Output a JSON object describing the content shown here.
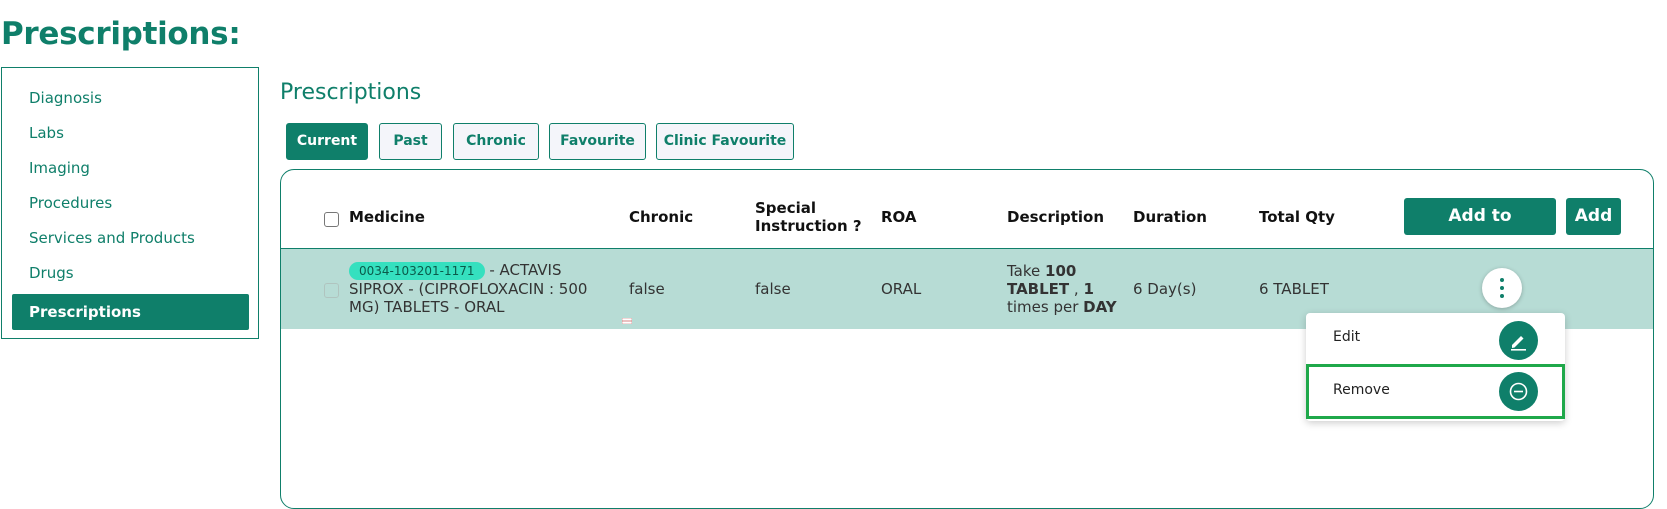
{
  "page_title": "Prescriptions:",
  "sidebar": {
    "items": [
      {
        "label": "Diagnosis",
        "active": false
      },
      {
        "label": "Labs",
        "active": false
      },
      {
        "label": "Imaging",
        "active": false
      },
      {
        "label": "Procedures",
        "active": false
      },
      {
        "label": "Services and Products",
        "active": false
      },
      {
        "label": "Drugs",
        "active": false
      },
      {
        "label": "Prescriptions",
        "active": true
      }
    ]
  },
  "section_title": "Prescriptions",
  "tabs": [
    {
      "label": "Current",
      "active": true
    },
    {
      "label": "Past",
      "active": false
    },
    {
      "label": "Chronic",
      "active": false
    },
    {
      "label": "Favourite",
      "active": false
    },
    {
      "label": "Clinic Favourite",
      "active": false
    }
  ],
  "table": {
    "headers": {
      "medicine": "Medicine",
      "chronic": "Chronic",
      "special_instruction": "Special Instruction ?",
      "roa": "ROA",
      "description": "Description",
      "duration": "Duration",
      "total_qty": "Total Qty"
    },
    "buttons": {
      "add_to_favourite": "Add to Favourite",
      "add": "Add"
    },
    "rows": [
      {
        "code": "0034-103201-1171",
        "medicine": "- ACTAVIS SIPROX - (CIPROFLOXACIN : 500 MG) TABLETS - ORAL",
        "chronic": "false",
        "special_instruction": "false",
        "roa": "ORAL",
        "description": {
          "p1": "Take ",
          "qty": "100",
          "unit": "TABLET",
          "sep": " , ",
          "times": "1",
          "p2": " times per ",
          "period": "DAY"
        },
        "duration": "6 Day(s)",
        "total_qty": "6 TABLET"
      }
    ]
  },
  "row_menu": {
    "edit": "Edit",
    "remove": "Remove",
    "highlighted_item": "Remove"
  },
  "colors": {
    "primary": "#0f7f6a",
    "row_bg": "#b7dcd5",
    "badge_bg": "#35e0bf",
    "highlight": "#1fa84a"
  },
  "icons": [
    "kebab-menu-icon",
    "pencil-icon",
    "minus-circle-icon",
    "checkbox"
  ]
}
